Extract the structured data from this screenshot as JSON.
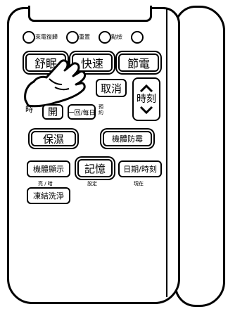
{
  "leds": [
    {
      "label": "來電復歸"
    },
    {
      "label": "重置"
    },
    {
      "label": "點檢"
    },
    {
      "label": ""
    }
  ],
  "buttons": {
    "comfort_sleep": "舒眠",
    "quick": "快速",
    "energy_save": "節電",
    "cancel": "取消",
    "time": "時刻",
    "open": "開",
    "once_daily": "一回/每日",
    "keep_warm": "保濕",
    "body_anti_mold": "機體防霉",
    "body_display": "機體顯示",
    "memory": "記憶",
    "date_time": "日期/時刻",
    "freeze_wash": "凍結洗淨"
  },
  "labels": {
    "time_side": "時",
    "vertical_small": "預約",
    "brightness": "亮 / 暗",
    "setting": "設定",
    "current": "現在"
  },
  "icons": {
    "up": "chevron-up",
    "down": "chevron-down",
    "hand": "pointing-hand"
  }
}
